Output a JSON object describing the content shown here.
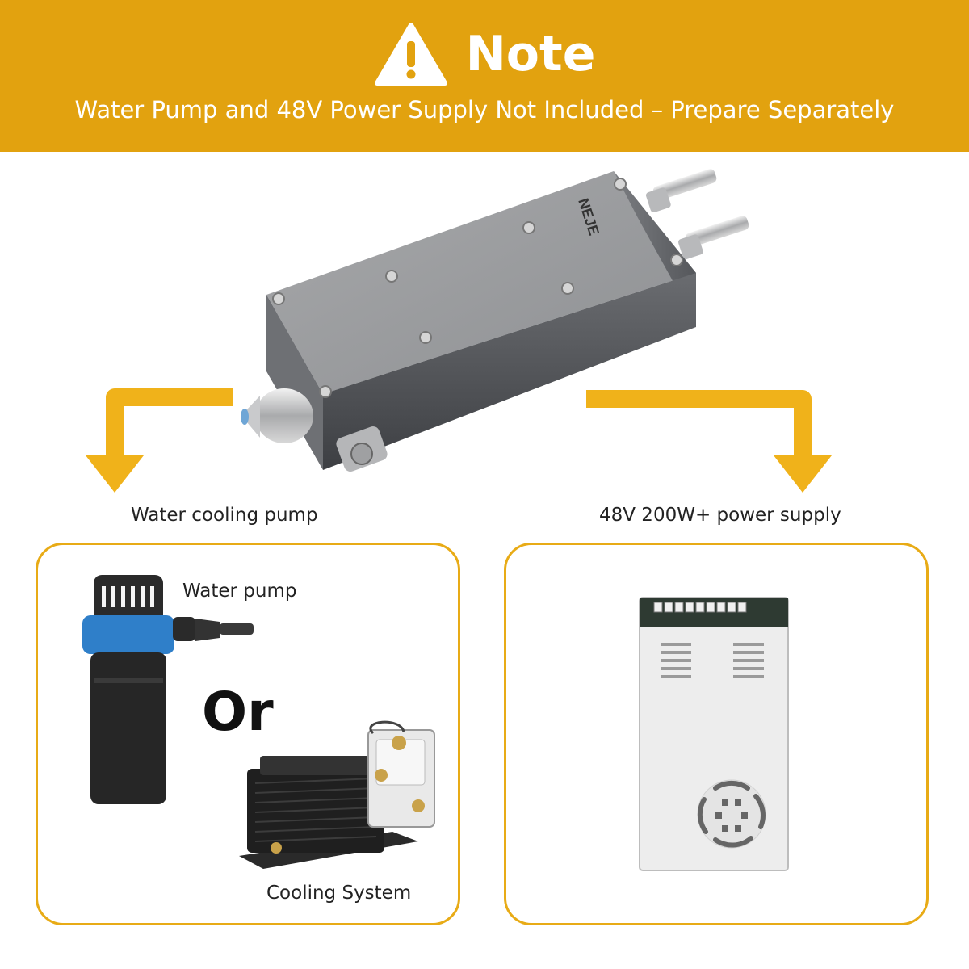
{
  "banner": {
    "title": "Note",
    "subtitle": "Water Pump and 48V Power Supply Not Included – Prepare Separately",
    "color": "#e2a20f",
    "icon": "warning-icon"
  },
  "labels": {
    "left_heading": "Water cooling pump",
    "right_heading": "48V 200W+ power supply",
    "water_pump": "Water pump",
    "or": "Or",
    "cooling_system": "Cooling System"
  },
  "product": {
    "brand": "NEJE"
  },
  "colors": {
    "accent": "#e8ab16",
    "pump_band": "#2f7fc9"
  }
}
